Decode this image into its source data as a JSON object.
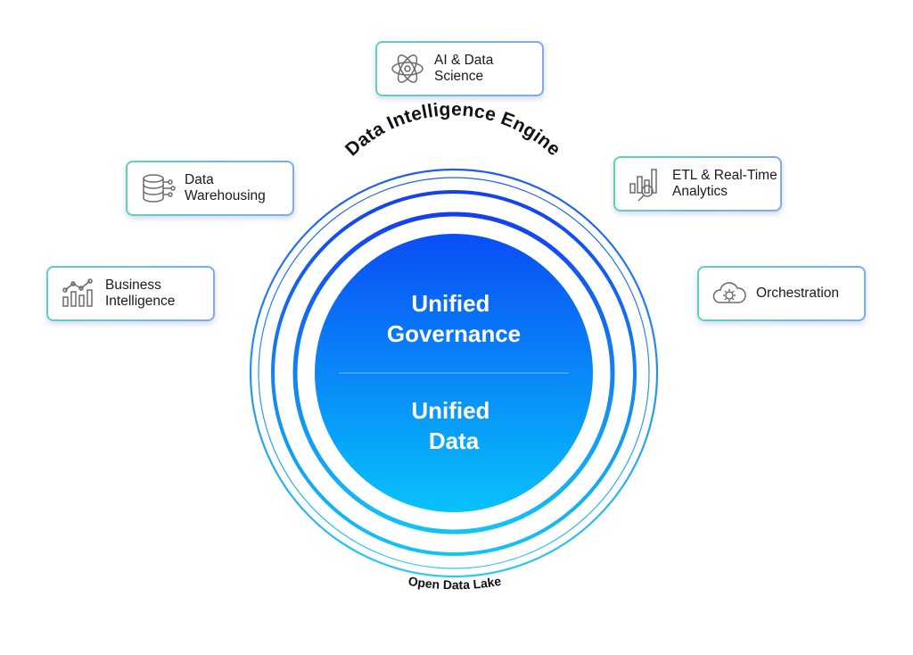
{
  "diagram": {
    "engine_label": "Data Intelligence Engine",
    "lake_label": "Open Data Lake",
    "core_top": "Unified\nGovernance",
    "core_bottom": "Unified\nData",
    "colors": {
      "core_top": "#0a4df5",
      "core_bottom": "#08c2fb",
      "card_border_a": "#5fd1b6",
      "card_border_b": "#7fa9f2"
    }
  },
  "capabilities": [
    {
      "id": "ai",
      "label": "AI & Data\nScience",
      "icon": "atom-icon"
    },
    {
      "id": "dw",
      "label": "Data\nWarehousing",
      "icon": "database-icon"
    },
    {
      "id": "etl",
      "label": "ETL & Real-Time\nAnalytics",
      "icon": "chart-magnifier-icon"
    },
    {
      "id": "bi",
      "label": "Business\nIntelligence",
      "icon": "bar-chart-icon"
    },
    {
      "id": "orch",
      "label": "Orchestration",
      "icon": "cloud-gear-icon"
    }
  ]
}
